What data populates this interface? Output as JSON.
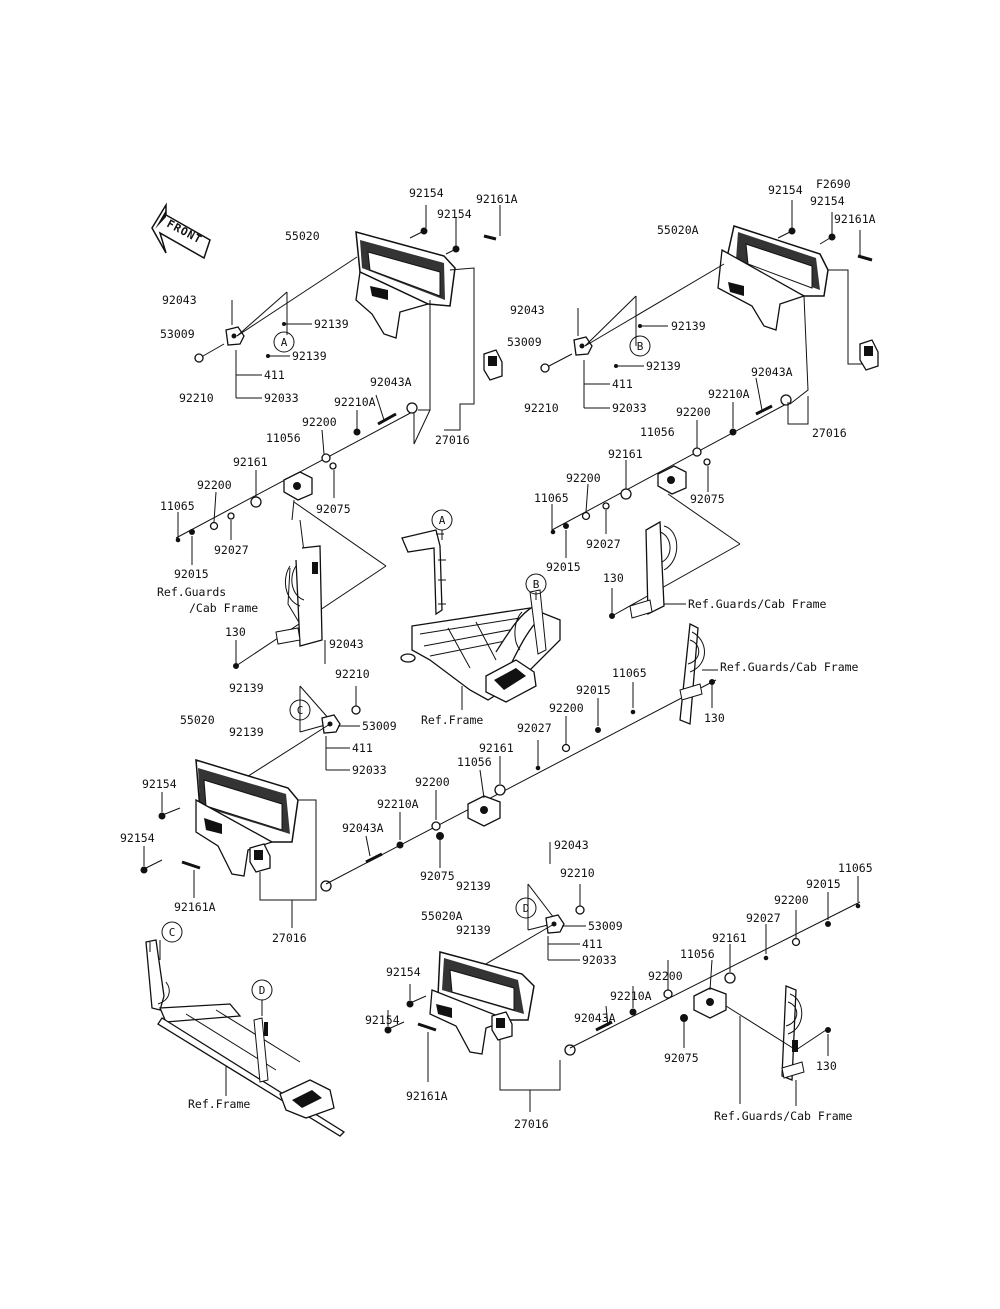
{
  "diagram_code": "F2690",
  "front_label": "FRONT",
  "ref_frame": "Ref.Frame",
  "ref_guards": "Ref.Guards/Cab Frame",
  "ref_guards_line1": "Ref.Guards",
  "ref_guards_line2": "/Cab Frame",
  "circles": {
    "a": "A",
    "b": "B",
    "c": "C",
    "d": "D"
  },
  "labels": {
    "tl_92154a": "92154",
    "tl_92154b": "92154",
    "tl_92161A": "92161A",
    "tl_55020": "55020",
    "tl_92043": "92043",
    "tl_53009": "53009",
    "tl_92139a": "92139",
    "tl_92139b": "92139",
    "tl_411": "411",
    "tl_92210": "92210",
    "tl_92033": "92033",
    "tl_92043A": "92043A",
    "tl_92210A": "92210A",
    "tl_92200a": "92200",
    "tl_11056": "11056",
    "tl_92161": "92161",
    "tl_92200b": "92200",
    "tl_11065": "11065",
    "tl_92075": "92075",
    "tl_92027": "92027",
    "tl_92015": "92015",
    "tl_130": "130",
    "tl_27016": "27016",
    "tr_92154a": "92154",
    "tr_92154b": "92154",
    "tr_92161A": "92161A",
    "tr_55020A": "55020A",
    "tr_92043": "92043",
    "tr_53009": "53009",
    "tr_92139a": "92139",
    "tr_92139b": "92139",
    "tr_411": "411",
    "tr_92210": "92210",
    "tr_92033": "92033",
    "tr_92043A": "92043A",
    "tr_92210A": "92210A",
    "tr_92200a": "92200",
    "tr_11056": "11056",
    "tr_92161": "92161",
    "tr_92200b": "92200",
    "tr_11065": "11065",
    "tr_92075": "92075",
    "tr_92027": "92027",
    "tr_92015": "92015",
    "tr_130": "130",
    "tr_27016": "27016",
    "ml_92043": "92043",
    "ml_92210": "92210",
    "ml_92139a": "92139",
    "ml_92139b": "92139",
    "ml_53009": "53009",
    "ml_411": "411",
    "ml_92033": "92033",
    "ml_55020": "55020",
    "ml_92154a": "92154",
    "ml_92154b": "92154",
    "ml_92161A": "92161A",
    "ml_27016": "27016",
    "ml_92043A": "92043A",
    "ml_92210A": "92210A",
    "ml_92200a": "92200",
    "ml_11056": "11056",
    "ml_92075": "92075",
    "ml_92161": "92161",
    "ml_92027": "92027",
    "ml_92200b": "92200",
    "ml_92015": "92015",
    "ml_11065": "11065",
    "ml_130": "130",
    "bl_92043": "92043",
    "bl_92210": "92210",
    "bl_92139a": "92139",
    "bl_92139b": "92139",
    "bl_53009": "53009",
    "bl_411": "411",
    "bl_92033": "92033",
    "bl_55020A": "55020A",
    "bl_92154a": "92154",
    "bl_92154b": "92154",
    "bl_92161A": "92161A",
    "bl_27016": "27016",
    "bl_92043A": "92043A",
    "bl_92210A": "92210A",
    "bl_92200a": "92200",
    "bl_11056": "11056",
    "bl_92075": "92075",
    "bl_92161": "92161",
    "bl_92027": "92027",
    "bl_92200b": "92200",
    "bl_92015": "92015",
    "bl_11065": "11065",
    "bl_130": "130"
  }
}
